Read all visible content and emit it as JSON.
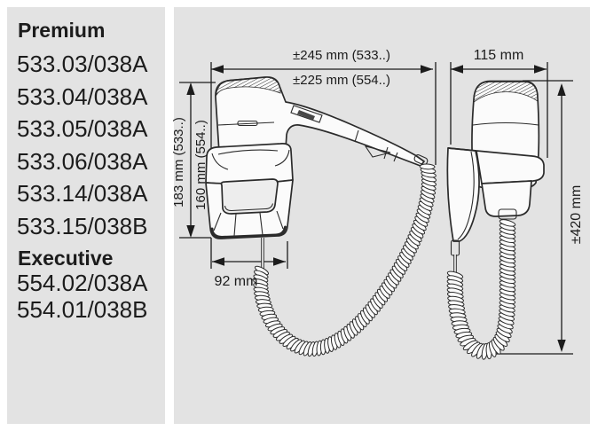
{
  "sidebar": {
    "premium_title": "Premium",
    "premium_models": [
      "533.03/038A",
      "533.04/038A",
      "533.05/038A",
      "533.06/038A",
      "533.14/038A",
      "533.15/038B"
    ],
    "executive_title": "Executive",
    "executive_models": [
      "554.02/038A",
      "554.01/038B"
    ]
  },
  "diagram": {
    "front_view": {
      "width_premium": "±245 mm (533..)",
      "width_executive": "±225 mm (554..)",
      "height_premium": "183 mm (533..)",
      "height_executive": "160 mm (554..)",
      "holder_width": "92 mm"
    },
    "side_view": {
      "depth": "115 mm",
      "cord_reach": "±420 mm"
    }
  },
  "colors": {
    "panel_background": "#e3e3e3",
    "line": "#2b2b2b",
    "drawing_fill": "#fbfbfb"
  }
}
